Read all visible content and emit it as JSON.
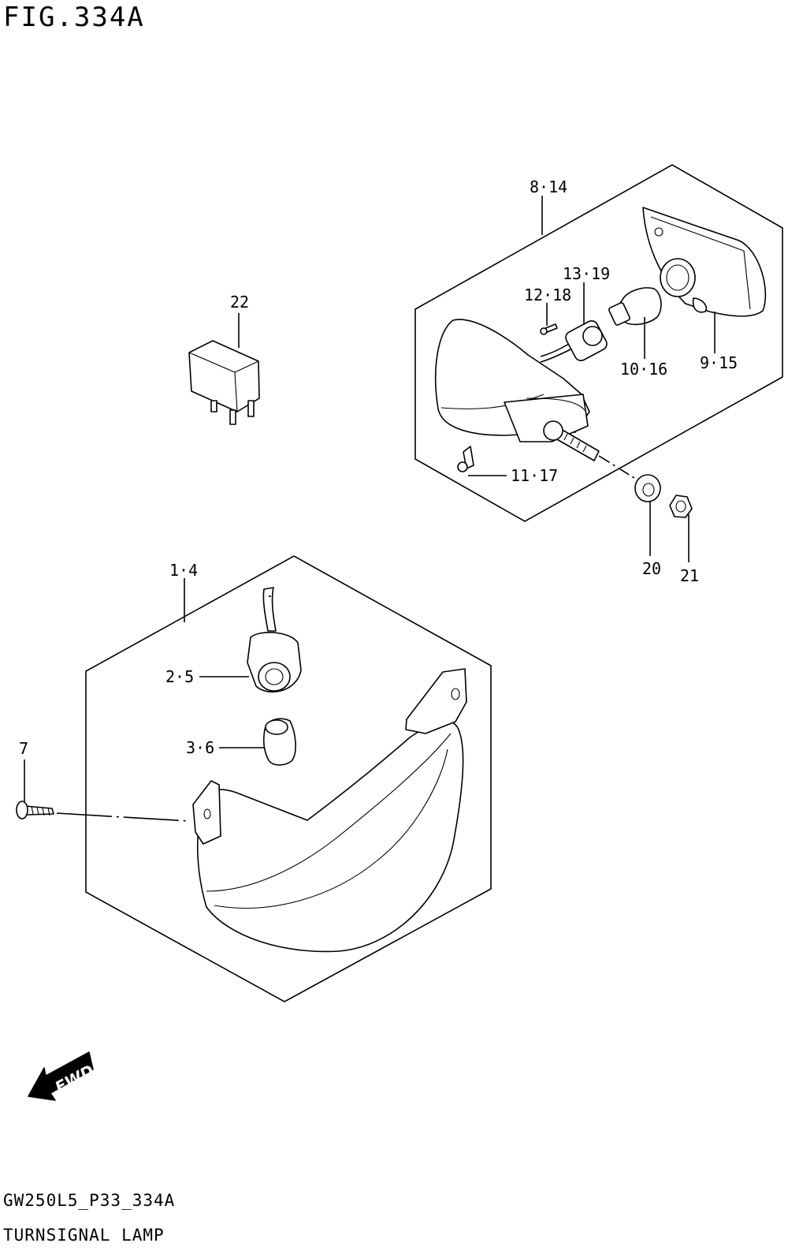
{
  "figure": {
    "title": "FIG.334A",
    "code": "GW250L5_P33_334A",
    "name": "TURNSIGNAL LAMP",
    "fwd_label": "FWD"
  },
  "callouts": {
    "rear_lamp_assy": "8·14",
    "socket_rear": "13·19",
    "screw_small": "12·18",
    "bulb_rear": "10·16",
    "lens_rear": "9·15",
    "screw_rear": "11·17",
    "washer": "20",
    "nut": "21",
    "relay": "22",
    "front_lamp_assy": "1·4",
    "socket_front": "2·5",
    "bulb_front": "3·6",
    "screw_front": "7"
  }
}
